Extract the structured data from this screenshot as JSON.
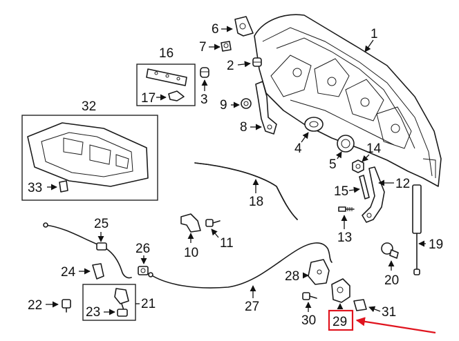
{
  "callouts": {
    "n1": "1",
    "n2": "2",
    "n3": "3",
    "n4": "4",
    "n5": "5",
    "n6": "6",
    "n7": "7",
    "n8": "8",
    "n9": "9",
    "n10": "10",
    "n11": "11",
    "n12": "12",
    "n13": "13",
    "n14": "14",
    "n15": "15",
    "n16": "16",
    "n17": "17",
    "n18": "18",
    "n19": "19",
    "n20": "20",
    "n21": "21",
    "n22": "22",
    "n23": "23",
    "n24": "24",
    "n25": "25",
    "n26": "26",
    "n27": "27",
    "n28": "28",
    "n29": "29",
    "n30": "30",
    "n31": "31",
    "n32": "32",
    "n33": "33"
  },
  "highlight": {
    "callout": "29",
    "box_color": "#e0141e",
    "arrow_color": "#e0141e"
  }
}
